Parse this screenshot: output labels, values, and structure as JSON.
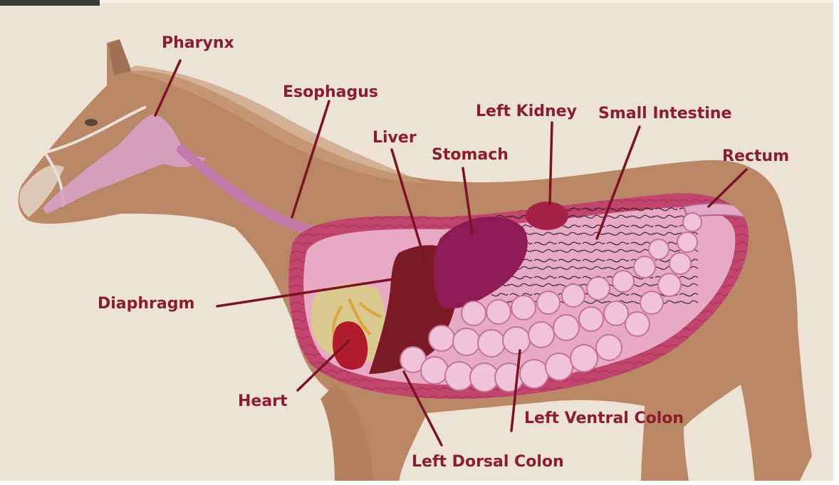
{
  "colors": {
    "background": "#ece3d6",
    "label_text": "#8b1d2c",
    "leader_line": "#7a1424",
    "horse_coat": "#b0744e",
    "horse_coat_light": "#c38c66",
    "digestive_pink": "#d7a2c7",
    "abdomen_wall": "#c2456d",
    "colon_fill": "#f0c3d8",
    "liver": "#7b1a24",
    "stomach": "#8e1b55",
    "heart": "#b01c2c",
    "lung_yellow": "#d9c98e"
  },
  "labels": {
    "pharynx": "Pharynx",
    "esophagus": "Esophagus",
    "liver": "Liver",
    "stomach": "Stomach",
    "left_kidney": "Left Kidney",
    "small_intestine": "Small Intestine",
    "rectum": "Rectum",
    "diaphragm": "Diaphragm",
    "heart": "Heart",
    "left_ventral_colon": "Left Ventral Colon",
    "left_dorsal_colon": "Left Dorsal Colon"
  }
}
